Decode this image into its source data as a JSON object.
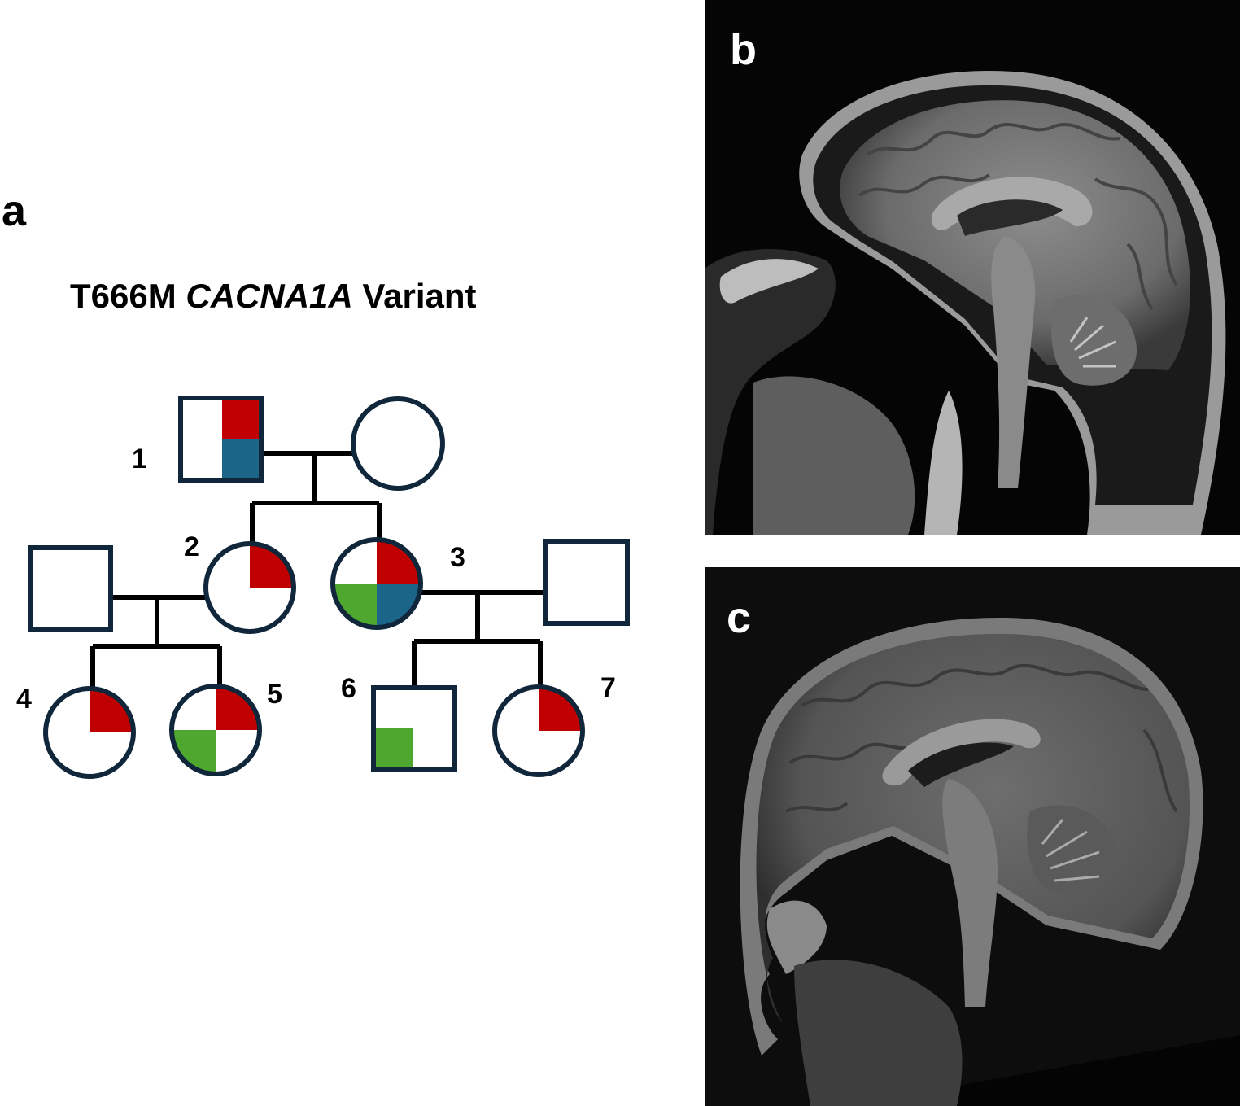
{
  "panels": {
    "a": "a",
    "b": "b",
    "c": "c"
  },
  "pedigree": {
    "title_prefix": "T666M ",
    "title_gene": "CACNA1A",
    "title_suffix": " Variant",
    "colors": {
      "outline": "#10263a",
      "red": "#c00000",
      "blue": "#1b6588",
      "green": "#4ea72e"
    },
    "individuals": [
      {
        "id": "1",
        "sex": "male",
        "quadrants": [
          "top-right:red",
          "bottom-right:blue"
        ]
      },
      {
        "id": "2",
        "sex": "female",
        "quadrants": [
          "top-right:red"
        ]
      },
      {
        "id": "3",
        "sex": "female",
        "quadrants": [
          "top-right:red",
          "bottom-right:blue",
          "bottom-left:green"
        ]
      },
      {
        "id": "4",
        "sex": "female",
        "quadrants": [
          "top-right:red"
        ]
      },
      {
        "id": "5",
        "sex": "female",
        "quadrants": [
          "top-right:red",
          "bottom-left:green"
        ]
      },
      {
        "id": "6",
        "sex": "male",
        "quadrants": [
          "bottom-left:green"
        ]
      },
      {
        "id": "7",
        "sex": "female",
        "quadrants": [
          "top-right:red"
        ]
      }
    ]
  }
}
